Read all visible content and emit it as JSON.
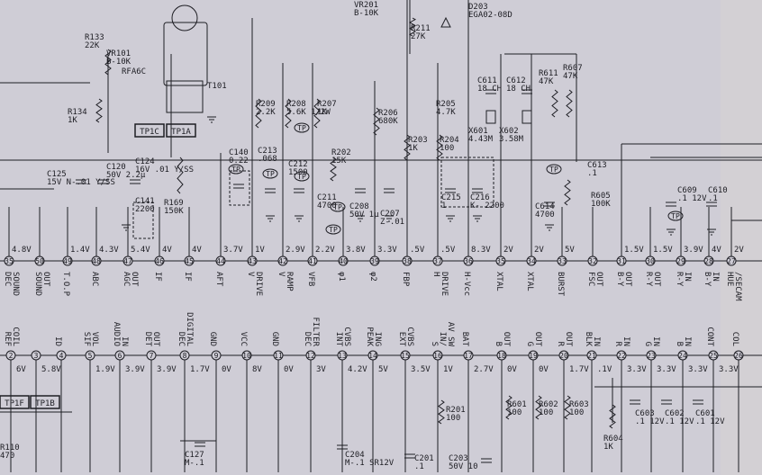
{
  "palette": {
    "paper": "#cfcdd6",
    "ink": "#1e1e24"
  },
  "top_pins": [
    {
      "num": "35",
      "name": [
        "DEC",
        "SOUND"
      ],
      "volt": "4.8V"
    },
    {
      "num": "50",
      "name": [
        "SOUND",
        "OUT"
      ],
      "volt": ""
    },
    {
      "num": "49",
      "name": [
        "T.O.P"
      ],
      "volt": "1.4V"
    },
    {
      "num": "48",
      "name": [
        "ABC"
      ],
      "volt": "4.3V"
    },
    {
      "num": "47",
      "name": [
        "AGC",
        "OUT"
      ],
      "volt": "5.4V"
    },
    {
      "num": "46",
      "name": [
        "IF"
      ],
      "volt": "4V"
    },
    {
      "num": "45",
      "name": [
        "IF"
      ],
      "volt": "4V"
    },
    {
      "num": "44",
      "name": [
        "AFT"
      ],
      "volt": "3.7V"
    },
    {
      "num": "43",
      "name": [
        "V",
        "DRIVE"
      ],
      "volt": "1V"
    },
    {
      "num": "42",
      "name": [
        "V",
        "RAMP"
      ],
      "volt": "2.9V"
    },
    {
      "num": "41",
      "name": [
        "VFB"
      ],
      "volt": "2.2V"
    },
    {
      "num": "40",
      "name": [
        "φ1"
      ],
      "volt": "3.8V"
    },
    {
      "num": "39",
      "name": [
        "φ2"
      ],
      "volt": "3.3V"
    },
    {
      "num": "38",
      "name": [
        "FBP"
      ],
      "volt": ".5V"
    },
    {
      "num": "37",
      "name": [
        "H",
        "DRIVE"
      ],
      "volt": ".5V"
    },
    {
      "num": "36",
      "name": [
        "H-Vcc"
      ],
      "volt": "8.3V"
    },
    {
      "num": "35",
      "name": [
        "XTAL"
      ],
      "volt": "2V"
    },
    {
      "num": "34",
      "name": [
        "XTAL"
      ],
      "volt": "2V"
    },
    {
      "num": "33",
      "name": [
        "BURST"
      ],
      "volt": "5V"
    },
    {
      "num": "32",
      "name": [
        "FSC",
        "OUT"
      ],
      "volt": ""
    },
    {
      "num": "31",
      "name": [
        "B-Y",
        "OUT"
      ],
      "volt": "1.5V"
    },
    {
      "num": "30",
      "name": [
        "R-Y",
        "OUT"
      ],
      "volt": "1.5V"
    },
    {
      "num": "29",
      "name": [
        "R-Y",
        "IN"
      ],
      "volt": "3.9V"
    },
    {
      "num": "28",
      "name": [
        "B-Y",
        "IN"
      ],
      "volt": "4V"
    },
    {
      "num": "27",
      "name": [
        "HUE",
        "/SECAM"
      ],
      "volt": "2V"
    }
  ],
  "bottom_pins": [
    {
      "num": "2",
      "name": [
        "REF",
        "COIL"
      ],
      "volt": "6V"
    },
    {
      "num": "3",
      "name": [],
      "volt": "5.8V"
    },
    {
      "num": "4",
      "name": [
        "ID"
      ],
      "volt": ""
    },
    {
      "num": "5",
      "name": [
        "SIF",
        "VOL"
      ],
      "volt": "1.9V"
    },
    {
      "num": "6",
      "name": [
        "AUDIO",
        "IN"
      ],
      "volt": "3.9V"
    },
    {
      "num": "7",
      "name": [
        "DET",
        "OUT"
      ],
      "volt": "3.9V"
    },
    {
      "num": "8",
      "name": [
        "DEC",
        "DIGITAL"
      ],
      "volt": "1.7V"
    },
    {
      "num": "9",
      "name": [
        "GND"
      ],
      "volt": "0V"
    },
    {
      "num": "10",
      "name": [
        "VCC"
      ],
      "volt": "8V"
    },
    {
      "num": "11",
      "name": [
        "GND"
      ],
      "volt": "0V"
    },
    {
      "num": "12",
      "name": [
        "DEC",
        "FILTER"
      ],
      "volt": "3V"
    },
    {
      "num": "13",
      "name": [
        "INT",
        "CVBS"
      ],
      "volt": "4.2V"
    },
    {
      "num": "14",
      "name": [
        "PEAK",
        "ING"
      ],
      "volt": "5V"
    },
    {
      "num": "15",
      "name": [
        "EXT",
        "CVBS"
      ],
      "volt": "3.5V"
    },
    {
      "num": "16",
      "name": [
        "S",
        "IN/",
        "AV SW"
      ],
      "volt": "1V"
    },
    {
      "num": "17",
      "name": [
        "BAT"
      ],
      "volt": "2.7V"
    },
    {
      "num": "18",
      "name": [
        "B",
        "OUT"
      ],
      "volt": "0V"
    },
    {
      "num": "19",
      "name": [
        "G",
        "OUT"
      ],
      "volt": "0V"
    },
    {
      "num": "20",
      "name": [
        "R",
        "OUT"
      ],
      "volt": "1.7V"
    },
    {
      "num": "21",
      "name": [
        "BLK",
        "IN"
      ],
      "volt": ".1V"
    },
    {
      "num": "22",
      "name": [
        "R",
        "IN"
      ],
      "volt": "3.3V"
    },
    {
      "num": "23",
      "name": [
        "G",
        "IN"
      ],
      "volt": "3.3V"
    },
    {
      "num": "24",
      "name": [
        "B",
        "IN"
      ],
      "volt": "3.3V"
    },
    {
      "num": "25",
      "name": [
        "CONT"
      ],
      "volt": "3.3V"
    },
    {
      "num": "26",
      "name": [
        "COL"
      ],
      "volt": ""
    }
  ],
  "parts": [
    {
      "ref": "R133",
      "val": "22K"
    },
    {
      "ref": "VR101",
      "val": "B-10K"
    },
    {
      "ref": "RFA6C",
      "val": ""
    },
    {
      "ref": "R134",
      "val": "1K"
    },
    {
      "ref": "T101",
      "val": ""
    },
    {
      "ref": "TP1C",
      "val": ""
    },
    {
      "ref": "TP1A",
      "val": ""
    },
    {
      "ref": "R209",
      "val": "2.2K"
    },
    {
      "ref": "R208",
      "val": "5.6K 1/2W"
    },
    {
      "ref": "R207",
      "val": "1K"
    },
    {
      "ref": "VR201",
      "val": "B-10K"
    },
    {
      "ref": "R211",
      "val": "27K"
    },
    {
      "ref": "D203",
      "val": "EGA02-08D"
    },
    {
      "ref": "R206",
      "val": "680K"
    },
    {
      "ref": "C611",
      "val": "18 CH"
    },
    {
      "ref": "C612",
      "val": "18 CH"
    },
    {
      "ref": "R611",
      "val": "47K"
    },
    {
      "ref": "R607",
      "val": "47K"
    },
    {
      "ref": "R205",
      "val": "4.7K"
    },
    {
      "ref": "X601",
      "val": "4.43M"
    },
    {
      "ref": "X602",
      "val": "3.58M"
    },
    {
      "ref": "R203",
      "val": "1K"
    },
    {
      "ref": "R204",
      "val": "100"
    },
    {
      "ref": "C125",
      "val": "15V N-.01 Y/SS"
    },
    {
      "ref": "C120",
      "val": "50V 2.2μ"
    },
    {
      "ref": "C124",
      "val": "16V .01 Y/SS"
    },
    {
      "ref": "C141",
      "val": "2200"
    },
    {
      "ref": "R169",
      "val": "150K"
    },
    {
      "ref": "C140",
      "val": "0.22"
    },
    {
      "ref": "C213",
      "val": ".068"
    },
    {
      "ref": "C212",
      "val": "1500"
    },
    {
      "ref": "R202",
      "val": "15K"
    },
    {
      "ref": "C211",
      "val": "4700"
    },
    {
      "ref": "C208",
      "val": "50V 1μ"
    },
    {
      "ref": "C207",
      "val": "Z-.01"
    },
    {
      "ref": "C215",
      "val": "1"
    },
    {
      "ref": "C216",
      "val": "K- 2200"
    },
    {
      "ref": "C614",
      "val": "4700"
    },
    {
      "ref": "C613",
      "val": ".1"
    },
    {
      "ref": "R605",
      "val": "100K"
    },
    {
      "ref": "C609",
      "val": ".1 12V"
    },
    {
      "ref": "C610",
      "val": ".1"
    },
    {
      "ref": "TP1F",
      "val": ""
    },
    {
      "ref": "TP1B",
      "val": ""
    },
    {
      "ref": "R110",
      "val": "470"
    },
    {
      "ref": "C127",
      "val": "M-.1"
    },
    {
      "ref": "R201",
      "val": "100"
    },
    {
      "ref": "C204",
      "val": "M-.1 SR12V"
    },
    {
      "ref": "C201",
      "val": ".1"
    },
    {
      "ref": "C203",
      "val": "50V 10"
    },
    {
      "ref": "R601",
      "val": "100"
    },
    {
      "ref": "R602",
      "val": "100"
    },
    {
      "ref": "R603",
      "val": "100"
    },
    {
      "ref": "R604",
      "val": "1K"
    },
    {
      "ref": "C603",
      "val": ".1 12V"
    },
    {
      "ref": "C602",
      "val": ".1 12V"
    },
    {
      "ref": "C601",
      "val": ".1 12V"
    }
  ],
  "test_points": [
    "TP",
    "TP",
    "TP",
    "TP",
    "TP",
    "TP",
    "TP",
    "TP"
  ]
}
